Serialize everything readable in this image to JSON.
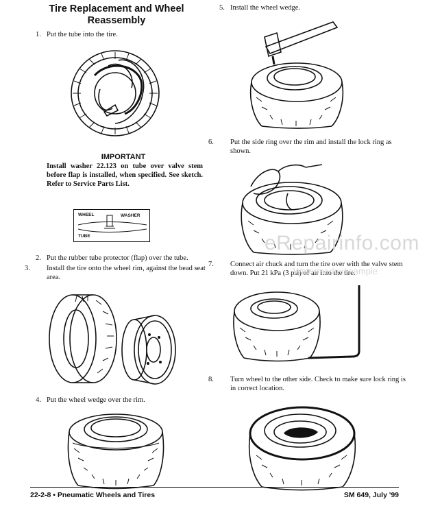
{
  "title_line1": "Tire Replacement and Wheel",
  "title_line2": "Reassembly",
  "steps": [
    {
      "num": "1.",
      "text": "Put the tube into the tire."
    },
    {
      "num": "2.",
      "text": "Put the rubber tube protector (flap) over the tube."
    },
    {
      "num": "3.",
      "text": "Install the tire onto the wheel rim, against the bead seat area."
    },
    {
      "num": "4.",
      "text": "Put the wheel wedge over the rim."
    },
    {
      "num": "5.",
      "text": "Install the wheel wedge."
    },
    {
      "num": "6.",
      "text": "Put the side ring over the rim and install the lock ring as shown."
    },
    {
      "num": "7.",
      "text": "Connect air chuck and turn the tire over with the valve stem down. Put 21 kPa (3 psi) of air into the tire."
    },
    {
      "num": "8.",
      "text": "Turn wheel to the other side. Check to make sure lock ring is in correct location."
    }
  ],
  "important": {
    "heading": "IMPORTANT",
    "body": "Install washer 22.123 on tube over valve stem before flap is installed, when specified. See sketch. Refer to Service Parts List."
  },
  "sketch_labels": {
    "wheel": "WHEEL",
    "washer": "WASHER",
    "tube": "TUBE"
  },
  "footer": {
    "left": "22-2-8  •  Pneumatic Wheels and Tires",
    "right": "SM 649, July '99"
  },
  "watermark": {
    "main": "eRepairinfo.com",
    "sub": "Watermarked sample"
  }
}
